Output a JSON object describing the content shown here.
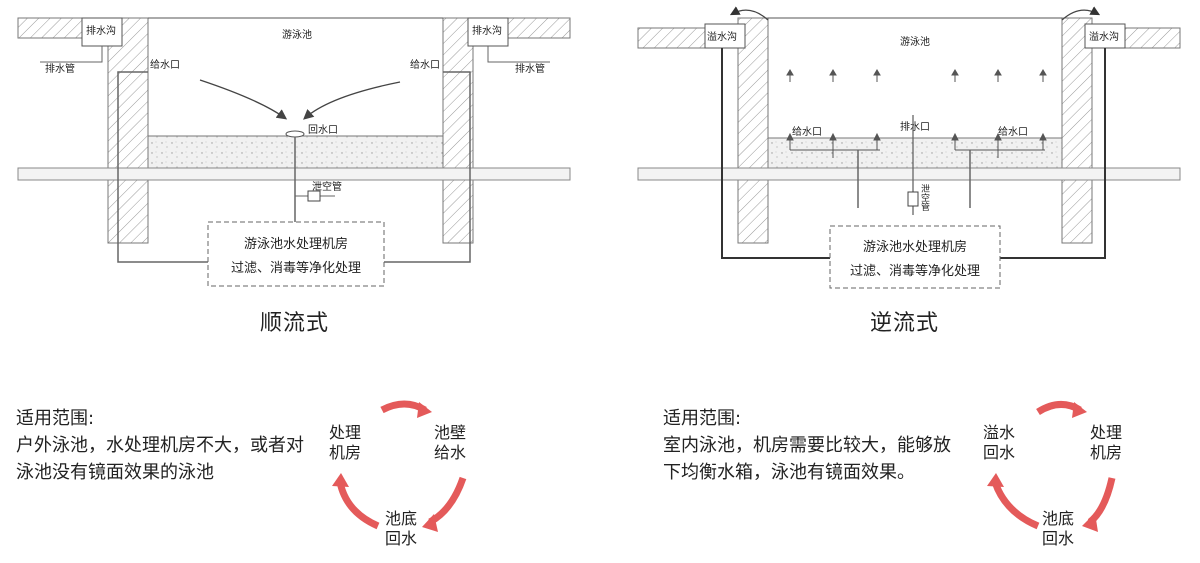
{
  "left": {
    "title": "顺流式",
    "pool_label": "游泳池",
    "drain_channel": "排水沟",
    "drain_pipe": "排水管",
    "inlet": "给水口",
    "return_outlet": "回水口",
    "drain_valve": "泄空管",
    "room_line1": "游泳池水处理机房",
    "room_line2": "过滤、消毒等净化处理",
    "scope_heading": "适用范围:",
    "scope_text": "户外泳池，水处理机房不大，或者对泳池没有镜面效果的泳池",
    "cycle": {
      "a": [
        "处理",
        "机房"
      ],
      "b": [
        "池壁",
        "给水"
      ],
      "c": [
        "池底",
        "回水"
      ]
    }
  },
  "right": {
    "title": "逆流式",
    "pool_label": "游泳池",
    "overflow_channel": "溢水沟",
    "inlet": "给水口",
    "drain_outlet": "排水口",
    "drain_pipe": "泄空管",
    "room_line1": "游泳池水处理机房",
    "room_line2": "过滤、消毒等净化处理",
    "scope_heading": "适用范围:",
    "scope_text": "室内泳池，机房需要比较大，能够放下均衡水箱，泳池有镜面效果。",
    "cycle": {
      "a": [
        "溢水",
        "回水"
      ],
      "b": [
        "处理",
        "机房"
      ],
      "c": [
        "池底",
        "回水"
      ]
    }
  },
  "colors": {
    "arrow": "#e45a5a",
    "line": "#555555",
    "concrete": "#eeeeee",
    "hatch": "#888888"
  }
}
